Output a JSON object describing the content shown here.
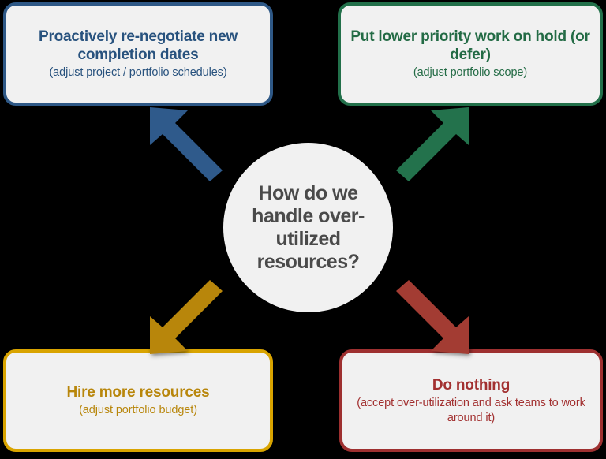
{
  "diagram": {
    "center": {
      "question": "How do we handle over-utilized resources?",
      "shape": "circle",
      "fill_color": "#F1F1F1",
      "text_color": "#4A4A4A"
    },
    "options": [
      {
        "id": "renegotiate",
        "position": "top-left",
        "title": "Proactively re-negotiate new completion dates",
        "subtitle": "(adjust project / portfolio schedules)",
        "color": "#28527E",
        "border_color": "#2E5886",
        "fill_color": "#F1F1F1",
        "arrow": {
          "name": "arrow-up-left",
          "direction": "northwest",
          "color": "#2F5A8B"
        }
      },
      {
        "id": "on-hold",
        "position": "top-right",
        "title": "Put lower priority work on hold (or defer)",
        "subtitle": "(adjust portfolio scope)",
        "color": "#236B45",
        "border_color": "#22704A",
        "fill_color": "#F1F1F1",
        "arrow": {
          "name": "arrow-up-right",
          "direction": "northeast",
          "color": "#23724C"
        }
      },
      {
        "id": "hire",
        "position": "bottom-left",
        "title": "Hire more resources",
        "subtitle": "(adjust portfolio budget)",
        "color": "#B8860B",
        "border_color": "#D9A400",
        "fill_color": "#F1F1F1",
        "arrow": {
          "name": "arrow-down-left",
          "direction": "southwest",
          "color": "#B8860B"
        }
      },
      {
        "id": "do-nothing",
        "position": "bottom-right",
        "title": "Do nothing",
        "subtitle": "(accept over-utilization and ask teams to work around it)",
        "color": "#A23030",
        "border_color": "#9E3030",
        "fill_color": "#F1F1F1",
        "arrow": {
          "name": "arrow-down-right",
          "direction": "southeast",
          "color": "#A33C33"
        }
      }
    ],
    "background_color": "#000000"
  }
}
